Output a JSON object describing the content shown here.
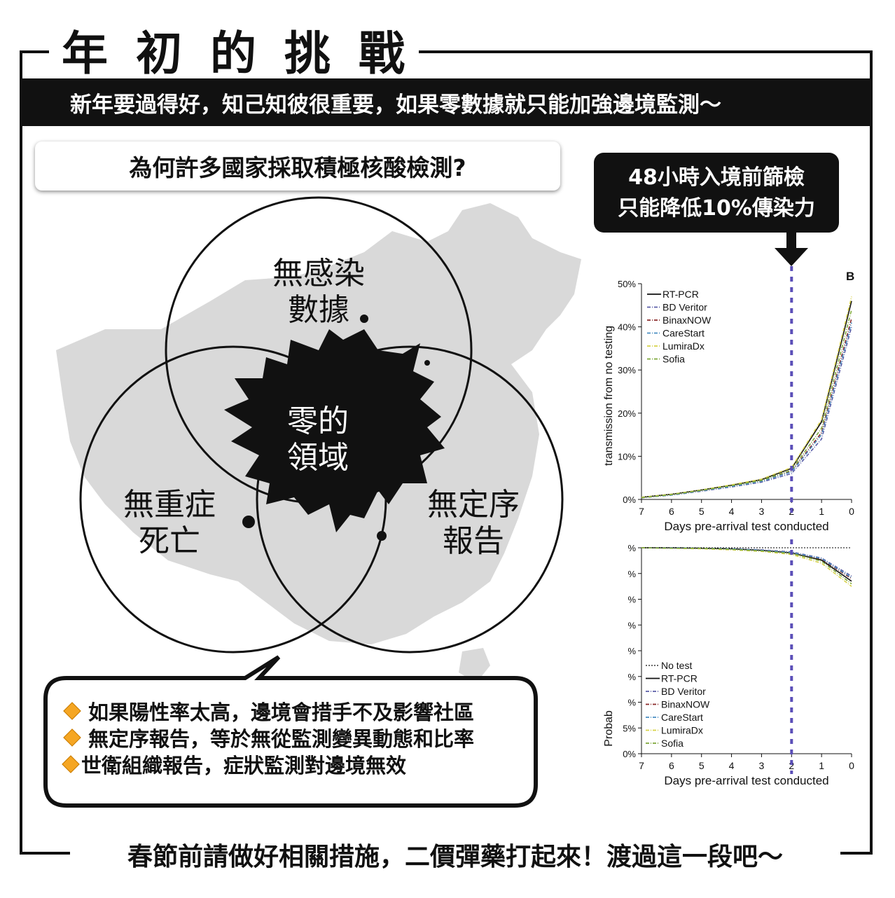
{
  "title_chars": [
    "年",
    "初",
    "的",
    "挑",
    "戰"
  ],
  "banner_text": "新年要過得好，知己知彼很重要，如果零數據就只能加強邊境監測～",
  "question": "為何許多國家採取積極核酸檢測?",
  "venn": {
    "top": [
      "無感染",
      "數據"
    ],
    "left": [
      "無重症",
      "死亡"
    ],
    "right": [
      "無定序",
      "報告"
    ],
    "center": [
      "零的",
      "領域"
    ]
  },
  "callout": [
    "48小時入境前篩檢",
    "只能降低10%傳染力"
  ],
  "chart_data": [
    {
      "type": "line",
      "panel_label": "B",
      "ylabel": "transmission from no testing",
      "xlabel": "Days pre-arrival test conducted",
      "x": [
        7,
        6,
        5,
        4,
        3,
        2,
        1,
        0
      ],
      "y_ticks": [
        "0%",
        "10%",
        "20%",
        "30%",
        "40%",
        "50%"
      ],
      "ylim": [
        0,
        50
      ],
      "xlim": [
        7,
        0
      ],
      "marker_x": 2,
      "series": [
        {
          "name": "RT-PCR",
          "color": "#111111",
          "values": [
            0.5,
            1.2,
            2.2,
            3.3,
            4.6,
            7.2,
            18,
            46
          ]
        },
        {
          "name": "BD Veritor",
          "color": "#5b5fa8",
          "values": [
            0.4,
            1.0,
            1.9,
            2.9,
            4.0,
            6.0,
            14,
            40
          ]
        },
        {
          "name": "BinaxNOW",
          "color": "#8b2b2b",
          "values": [
            0.4,
            1.1,
            2.0,
            3.1,
            4.3,
            6.5,
            15.5,
            42
          ]
        },
        {
          "name": "CareStart",
          "color": "#4a8fc2",
          "values": [
            0.4,
            1.0,
            2.0,
            3.0,
            4.2,
            6.4,
            15,
            41
          ]
        },
        {
          "name": "LumiraDx",
          "color": "#d8d24a",
          "values": [
            0.5,
            1.2,
            2.2,
            3.4,
            4.7,
            7.4,
            18.5,
            47
          ]
        },
        {
          "name": "Sofia",
          "color": "#7ea83a",
          "values": [
            0.4,
            1.1,
            2.1,
            3.2,
            4.4,
            6.8,
            16.5,
            44
          ]
        }
      ]
    },
    {
      "type": "line",
      "ylabel": "Probab",
      "xlabel": "Days pre-arrival test conducted",
      "x": [
        7,
        6,
        5,
        4,
        3,
        2,
        1,
        0
      ],
      "y_ticks": [
        "0%",
        "5%",
        "%",
        "%",
        "%",
        "%",
        "%",
        "%",
        "%"
      ],
      "ylim": [
        0,
        40
      ],
      "xlim": [
        7,
        0
      ],
      "marker_x": 2,
      "series": [
        {
          "name": "No test",
          "color": "#555555",
          "values": [
            40,
            40,
            40,
            40,
            40,
            40,
            40,
            40
          ]
        },
        {
          "name": "RT-PCR",
          "color": "#111111",
          "values": [
            40,
            40,
            39.9,
            39.8,
            39.5,
            39,
            37.6,
            33.5
          ]
        },
        {
          "name": "BD Veritor",
          "color": "#5b5fa8",
          "values": [
            40,
            40,
            39.9,
            39.8,
            39.6,
            39.2,
            38,
            34.5
          ]
        },
        {
          "name": "BinaxNOW",
          "color": "#8b2b2b",
          "values": [
            40,
            40,
            39.9,
            39.8,
            39.5,
            39.1,
            37.8,
            34
          ]
        },
        {
          "name": "CareStart",
          "color": "#4a8fc2",
          "values": [
            40,
            40,
            39.9,
            39.8,
            39.5,
            39.1,
            37.9,
            34.2
          ]
        },
        {
          "name": "LumiraDx",
          "color": "#d8d24a",
          "values": [
            40,
            39.9,
            39.8,
            39.6,
            39.3,
            38.7,
            37,
            32.5
          ]
        },
        {
          "name": "Sofia",
          "color": "#7ea83a",
          "values": [
            40,
            39.9,
            39.9,
            39.7,
            39.4,
            38.9,
            37.4,
            33
          ]
        }
      ]
    }
  ],
  "bullets": [
    "如果陽性率太高，邊境會措手不及影響社區",
    "無定序報告，等於無從監測變異動態和比率",
    "世衛組織報告，症狀監測對邊境無效"
  ],
  "footer": "春節前請做好相關措施，二價彈藥打起來！渡過這一段吧～",
  "colors": {
    "accent": "#f5a623",
    "marker": "#5b4fb8",
    "dark": "#111111"
  }
}
